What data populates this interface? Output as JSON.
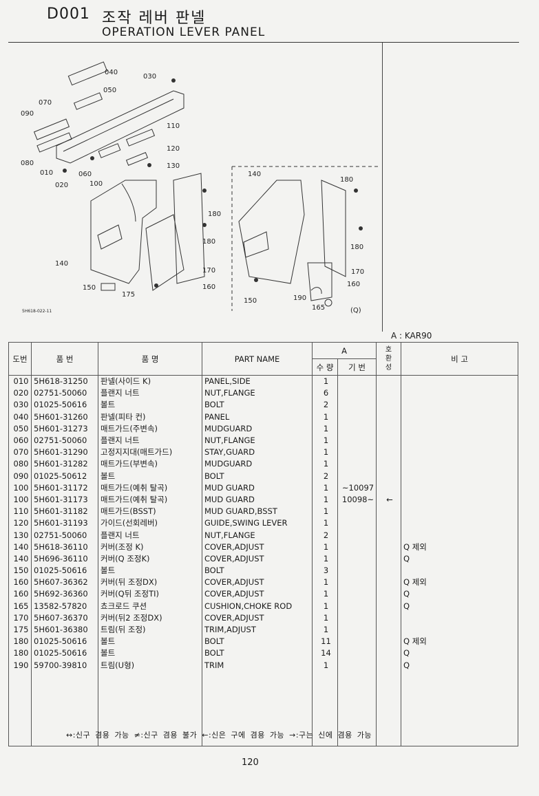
{
  "header": {
    "code": "D001",
    "title_ko": "조작 레버 판넬",
    "title_en": "OPERATION LEVER PANEL"
  },
  "diagram": {
    "drawing_code": "5H618-022-11",
    "variant_mark": "(Q)",
    "labels_main": [
      "040",
      "030",
      "050",
      "070",
      "090",
      "110",
      "080",
      "010",
      "020",
      "060",
      "100",
      "120",
      "130",
      "180",
      "180",
      "140",
      "170",
      "150",
      "175",
      "160"
    ],
    "labels_inset": [
      "140",
      "180",
      "180",
      "170",
      "160",
      "190",
      "165",
      "150"
    ]
  },
  "spec_note": "A : KAR90",
  "table": {
    "headers": {
      "no": "도번",
      "part_no": "품  번",
      "name_ko": "품     명",
      "part_name": "PART  NAME",
      "group_a": "A",
      "qty": "수 량",
      "serial": "기 번",
      "compat": "호\n환\n성",
      "remarks": "비     고"
    },
    "rows": [
      {
        "no": "010",
        "part": "5H618-31250",
        "ko": "판넬(사이드 K)",
        "name": "PANEL,SIDE",
        "qty": "1",
        "serial": "",
        "compat": "",
        "note": ""
      },
      {
        "no": "020",
        "part": "02751-50060",
        "ko": "플랜지 너트",
        "name": "NUT,FLANGE",
        "qty": "6",
        "serial": "",
        "compat": "",
        "note": ""
      },
      {
        "no": "030",
        "part": "01025-50616",
        "ko": "볼트",
        "name": "BOLT",
        "qty": "2",
        "serial": "",
        "compat": "",
        "note": ""
      },
      {
        "no": "040",
        "part": "5H601-31260",
        "ko": "판넬(피타 컨)",
        "name": "PANEL",
        "qty": "1",
        "serial": "",
        "compat": "",
        "note": ""
      },
      {
        "no": "050",
        "part": "5H601-31273",
        "ko": "매트가드(주변속)",
        "name": "MUDGUARD",
        "qty": "1",
        "serial": "",
        "compat": "",
        "note": ""
      },
      {
        "no": "060",
        "part": "02751-50060",
        "ko": "플랜지 너트",
        "name": "NUT,FLANGE",
        "qty": "1",
        "serial": "",
        "compat": "",
        "note": ""
      },
      {
        "no": "070",
        "part": "5H601-31290",
        "ko": "고정지지대(매트가드)",
        "name": "STAY,GUARD",
        "qty": "1",
        "serial": "",
        "compat": "",
        "note": ""
      },
      {
        "no": "080",
        "part": "5H601-31282",
        "ko": "매트가드(부변속)",
        "name": "MUDGUARD",
        "qty": "1",
        "serial": "",
        "compat": "",
        "note": ""
      },
      {
        "no": "090",
        "part": "01025-50612",
        "ko": "볼트",
        "name": "BOLT",
        "qty": "2",
        "serial": "",
        "compat": "",
        "note": ""
      },
      {
        "no": "100",
        "part": "5H601-31172",
        "ko": "매트가드(예취 탈곡)",
        "name": "MUD GUARD",
        "qty": "1",
        "serial": "~10097",
        "compat": "",
        "note": ""
      },
      {
        "no": "100",
        "part": "5H601-31173",
        "ko": "매트가드(예취 탈곡)",
        "name": "MUD GUARD",
        "qty": "1",
        "serial": "10098~",
        "compat": "←",
        "note": ""
      },
      {
        "no": "110",
        "part": "5H601-31182",
        "ko": "매트가드(BSST)",
        "name": "MUD GUARD,BSST",
        "qty": "1",
        "serial": "",
        "compat": "",
        "note": ""
      },
      {
        "no": "120",
        "part": "5H601-31193",
        "ko": "가이드(선회레버)",
        "name": "GUIDE,SWING LEVER",
        "qty": "1",
        "serial": "",
        "compat": "",
        "note": ""
      },
      {
        "no": "130",
        "part": "02751-50060",
        "ko": "플랜지 너트",
        "name": "NUT,FLANGE",
        "qty": "2",
        "serial": "",
        "compat": "",
        "note": ""
      },
      {
        "no": "140",
        "part": "5H618-36110",
        "ko": "커버(조정 K)",
        "name": "COVER,ADJUST",
        "qty": "1",
        "serial": "",
        "compat": "",
        "note": "Q 제외"
      },
      {
        "no": "140",
        "part": "5H696-36110",
        "ko": "커버(Q 조정K)",
        "name": "COVER,ADJUST",
        "qty": "1",
        "serial": "",
        "compat": "",
        "note": "Q"
      },
      {
        "no": "150",
        "part": "01025-50616",
        "ko": "볼트",
        "name": "BOLT",
        "qty": "3",
        "serial": "",
        "compat": "",
        "note": ""
      },
      {
        "no": "160",
        "part": "5H607-36362",
        "ko": "커버(뒤 조정DX)",
        "name": "COVER,ADJUST",
        "qty": "1",
        "serial": "",
        "compat": "",
        "note": "Q 제외"
      },
      {
        "no": "160",
        "part": "5H692-36360",
        "ko": "커버(Q뒤 조정TI)",
        "name": "COVER,ADJUST",
        "qty": "1",
        "serial": "",
        "compat": "",
        "note": "Q"
      },
      {
        "no": "165",
        "part": "13582-57820",
        "ko": "쵸크로드 쿠션",
        "name": "CUSHION,CHOKE ROD",
        "qty": "1",
        "serial": "",
        "compat": "",
        "note": "Q"
      },
      {
        "no": "170",
        "part": "5H607-36370",
        "ko": "커버(뒤2 조정DX)",
        "name": "COVER,ADJUST",
        "qty": "1",
        "serial": "",
        "compat": "",
        "note": ""
      },
      {
        "no": "175",
        "part": "5H601-36380",
        "ko": "트림(뒤 조정)",
        "name": "TRIM,ADJUST",
        "qty": "1",
        "serial": "",
        "compat": "",
        "note": ""
      },
      {
        "no": "180",
        "part": "01025-50616",
        "ko": "볼트",
        "name": "BOLT",
        "qty": "11",
        "serial": "",
        "compat": "",
        "note": "Q 제외"
      },
      {
        "no": "180",
        "part": "01025-50616",
        "ko": "볼트",
        "name": "BOLT",
        "qty": "14",
        "serial": "",
        "compat": "",
        "note": "Q"
      },
      {
        "no": "190",
        "part": "59700-39810",
        "ko": "트림(U형)",
        "name": "TRIM",
        "qty": "1",
        "serial": "",
        "compat": "",
        "note": "Q"
      }
    ]
  },
  "legend": "↔:신구 겸용 가능   ≠:신구 겸용 불가   ←:신은 구에 겸용 가능   →:구는 신에 겸용 가능",
  "page_number": "120"
}
